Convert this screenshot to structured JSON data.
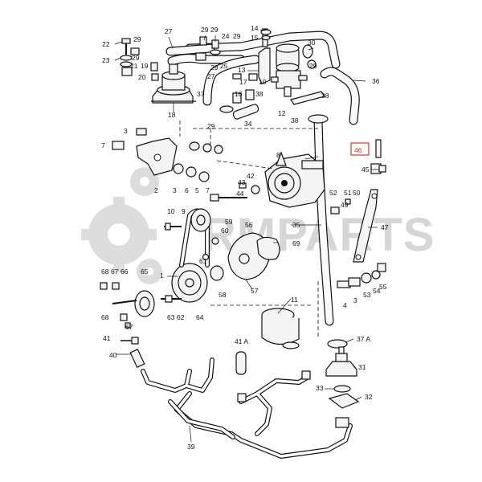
{
  "watermark": {
    "text": "RMPARTS",
    "color": "#cfcfcf"
  },
  "highlight": {
    "label": "46",
    "color": "#d9372b"
  },
  "labels": {
    "l1": "1",
    "l2": "2",
    "l3": "3",
    "l3b": "3",
    "l4": "4",
    "l5": "5",
    "l6": "6",
    "l7": "7",
    "l8": "8",
    "l9": "9",
    "l10": "10",
    "l11": "11",
    "l12": "12",
    "l13": "13",
    "l14": "14",
    "l15": "15",
    "l16": "16",
    "l17": "17",
    "l18": "18",
    "l19": "19",
    "l20": "20",
    "l21": "21",
    "l22": "22",
    "l23": "23",
    "l24": "24",
    "l25": "25",
    "l27": "27",
    "l27b": "27",
    "l29a": "29",
    "l29b": "29",
    "l29c": "29",
    "l29d": "29",
    "l29e": "29",
    "l29f": "29",
    "l30": "30",
    "l31": "31",
    "l32": "32",
    "l33": "33",
    "l34": "34",
    "l35": "35",
    "l36": "36",
    "l37": "37",
    "l37a": "37 A",
    "l38a": "38",
    "l38b": "38",
    "l39": "39",
    "l40": "40",
    "l41": "41",
    "l41a": "41 A",
    "l42": "42",
    "l43": "43",
    "l44": "44",
    "l45": "45",
    "l47": "47",
    "l49": "49",
    "l50": "50",
    "l51": "51",
    "l52": "52",
    "l53": "53",
    "l54": "54",
    "l55": "55",
    "l56": "56",
    "l57": "57",
    "l58": "58",
    "l59": "59",
    "l60": "60",
    "l61": "61",
    "l62": "62",
    "l63": "63",
    "l64": "64",
    "l65": "65",
    "l66": "66",
    "l67": "67",
    "l67b": "67",
    "l68": "68",
    "l68b": "68",
    "l69": "69",
    "l3c": "3"
  }
}
